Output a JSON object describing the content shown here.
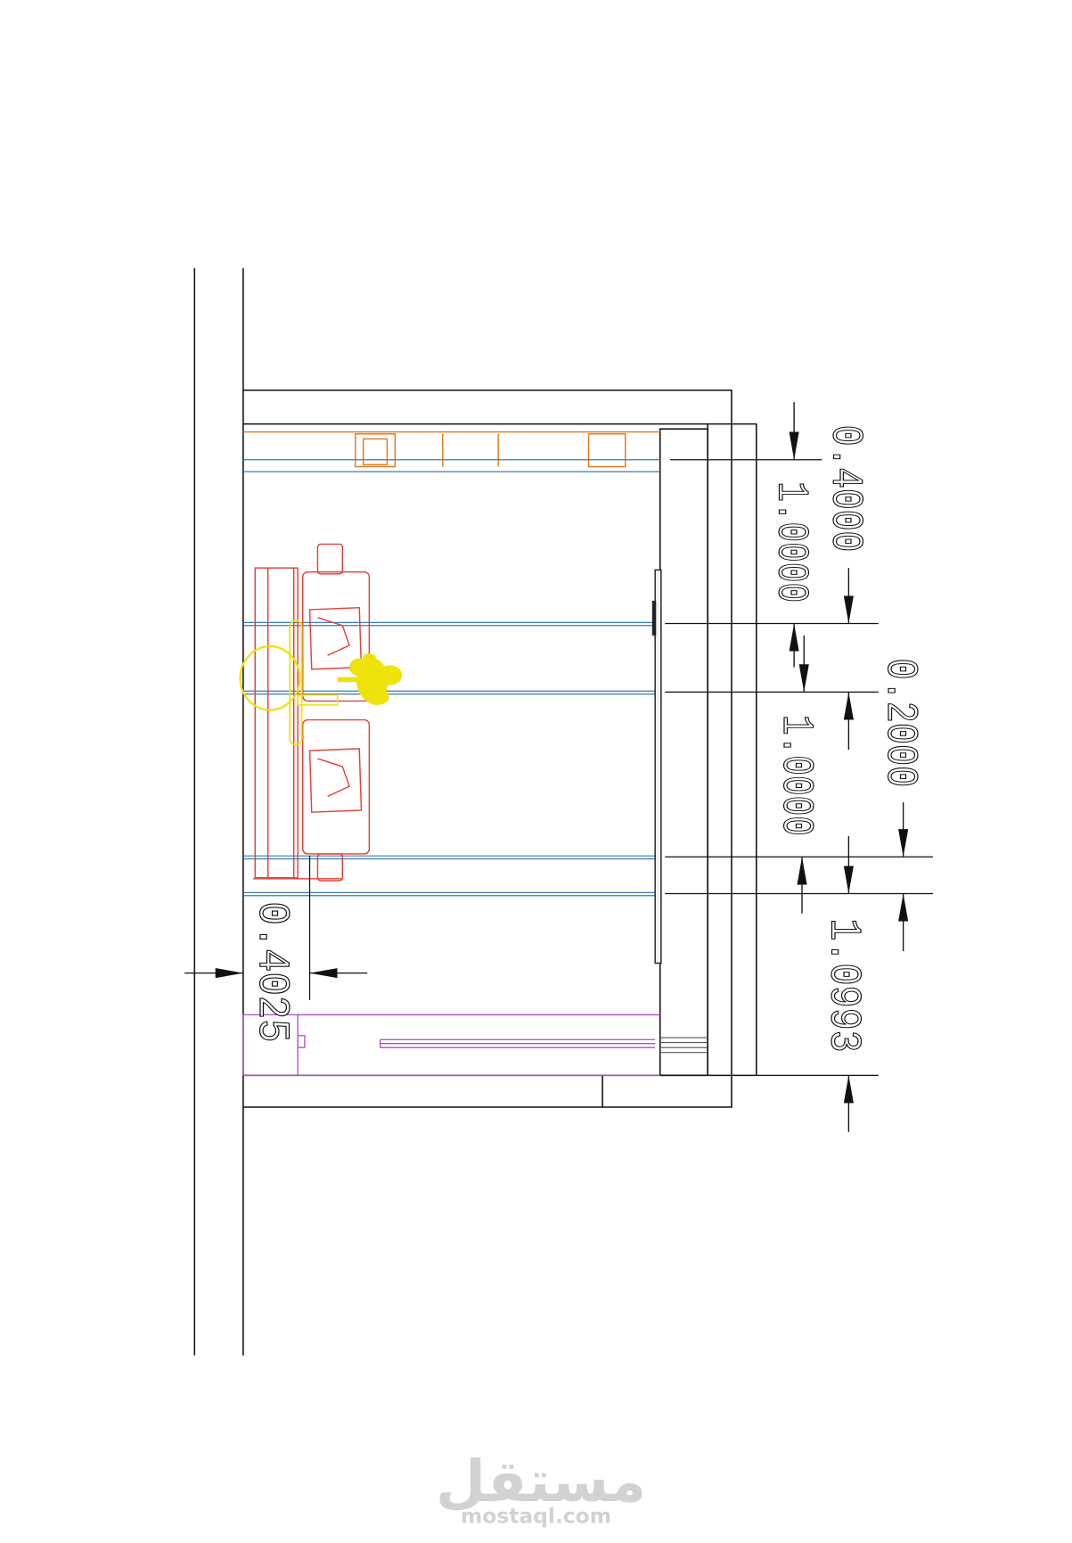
{
  "drawing": {
    "dimensions": {
      "top_offset": "0.4000",
      "first_span": "1.0000",
      "gap": "0.2000",
      "second_span": "1.0000",
      "bottom_span": "1.0993",
      "wall_offset": "0.4025"
    },
    "colors": {
      "line": "#111111",
      "shelf": "#e07a1f",
      "guide": "#3a7ab8",
      "sofa": "#e0443a",
      "table": "#efe10a",
      "cabinet": "#b04fc8",
      "watermark": "#d2d2d2"
    }
  },
  "watermark": {
    "arabic": "مستقل",
    "latin": "mostaql.com"
  }
}
